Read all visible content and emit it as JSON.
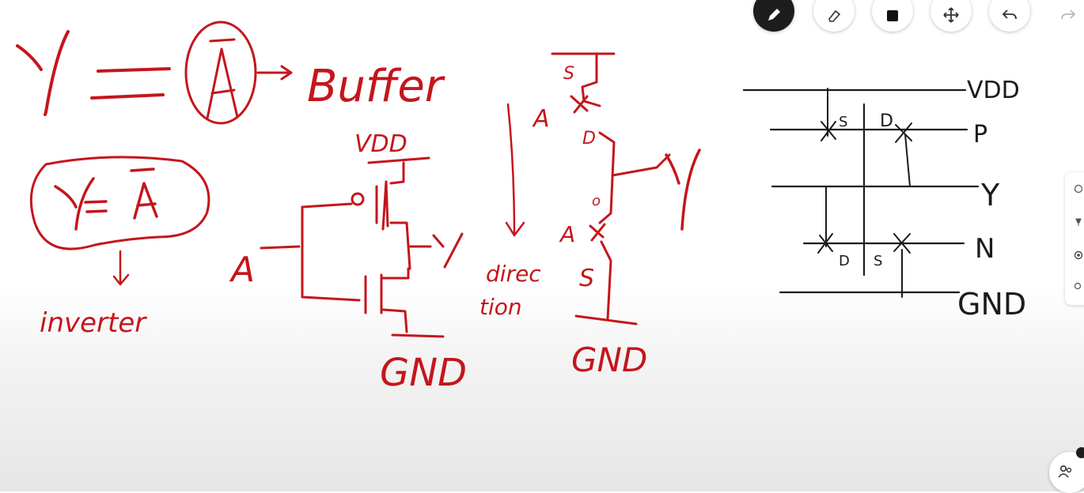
{
  "board": {
    "buffer_label": "Buffer",
    "inverter_label": "inverter",
    "direction_label_line1": "direc",
    "direction_label_line2": "tion",
    "vdd_label": "VDD",
    "gnd_label": "GND",
    "input_label": "A",
    "output_label": "Y",
    "source_label": "S",
    "drain_label": "D"
  },
  "stick": {
    "vdd": "VDD",
    "p": "P",
    "y": "Y",
    "n": "N",
    "gnd": "GND",
    "s": "S",
    "d": "D"
  },
  "toolbar": {
    "tools": [
      "pen",
      "eraser",
      "sticky-note",
      "move",
      "undo",
      "redo"
    ],
    "active_tool": "pen"
  },
  "participants": {
    "count": ""
  },
  "colors": {
    "ink_red": "#c4161c",
    "ink_black": "#1b1b1b",
    "active_tool_bg": "#1d1d1d"
  }
}
